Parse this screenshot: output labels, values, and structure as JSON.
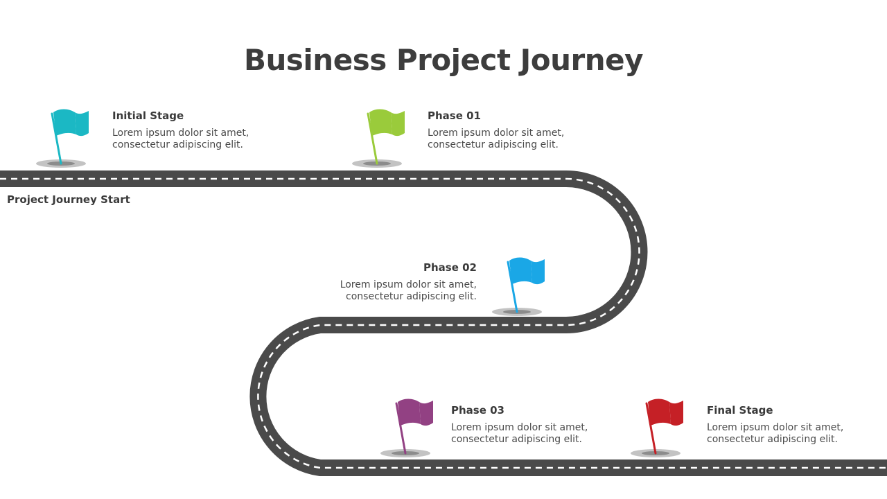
{
  "title": "Business Project Journey",
  "start_label": "Project Journey Start",
  "stages": [
    {
      "heading": "Initial Stage",
      "line1": "Lorem ipsum dolor sit amet,",
      "line2": "consectetur adipiscing elit.",
      "flag_color": "#1bb8c4"
    },
    {
      "heading": "Phase 01",
      "line1": "Lorem ipsum dolor sit amet,",
      "line2": "consectetur adipiscing elit.",
      "flag_color": "#9acb3b"
    },
    {
      "heading": "Phase 02",
      "line1": "Lorem ipsum dolor sit amet,",
      "line2": "consectetur adipiscing elit.",
      "flag_color": "#1aa7e6"
    },
    {
      "heading": "Phase 03",
      "line1": "Lorem ipsum dolor sit amet,",
      "line2": "consectetur adipiscing elit.",
      "flag_color": "#924183"
    },
    {
      "heading": "Final Stage",
      "line1": "Lorem ipsum dolor sit amet,",
      "line2": "consectetur adipiscing elit.",
      "flag_color": "#c52026"
    }
  ],
  "colors": {
    "road": "#4a4a4a",
    "dash": "#ffffff",
    "text": "#3a3a3a"
  }
}
